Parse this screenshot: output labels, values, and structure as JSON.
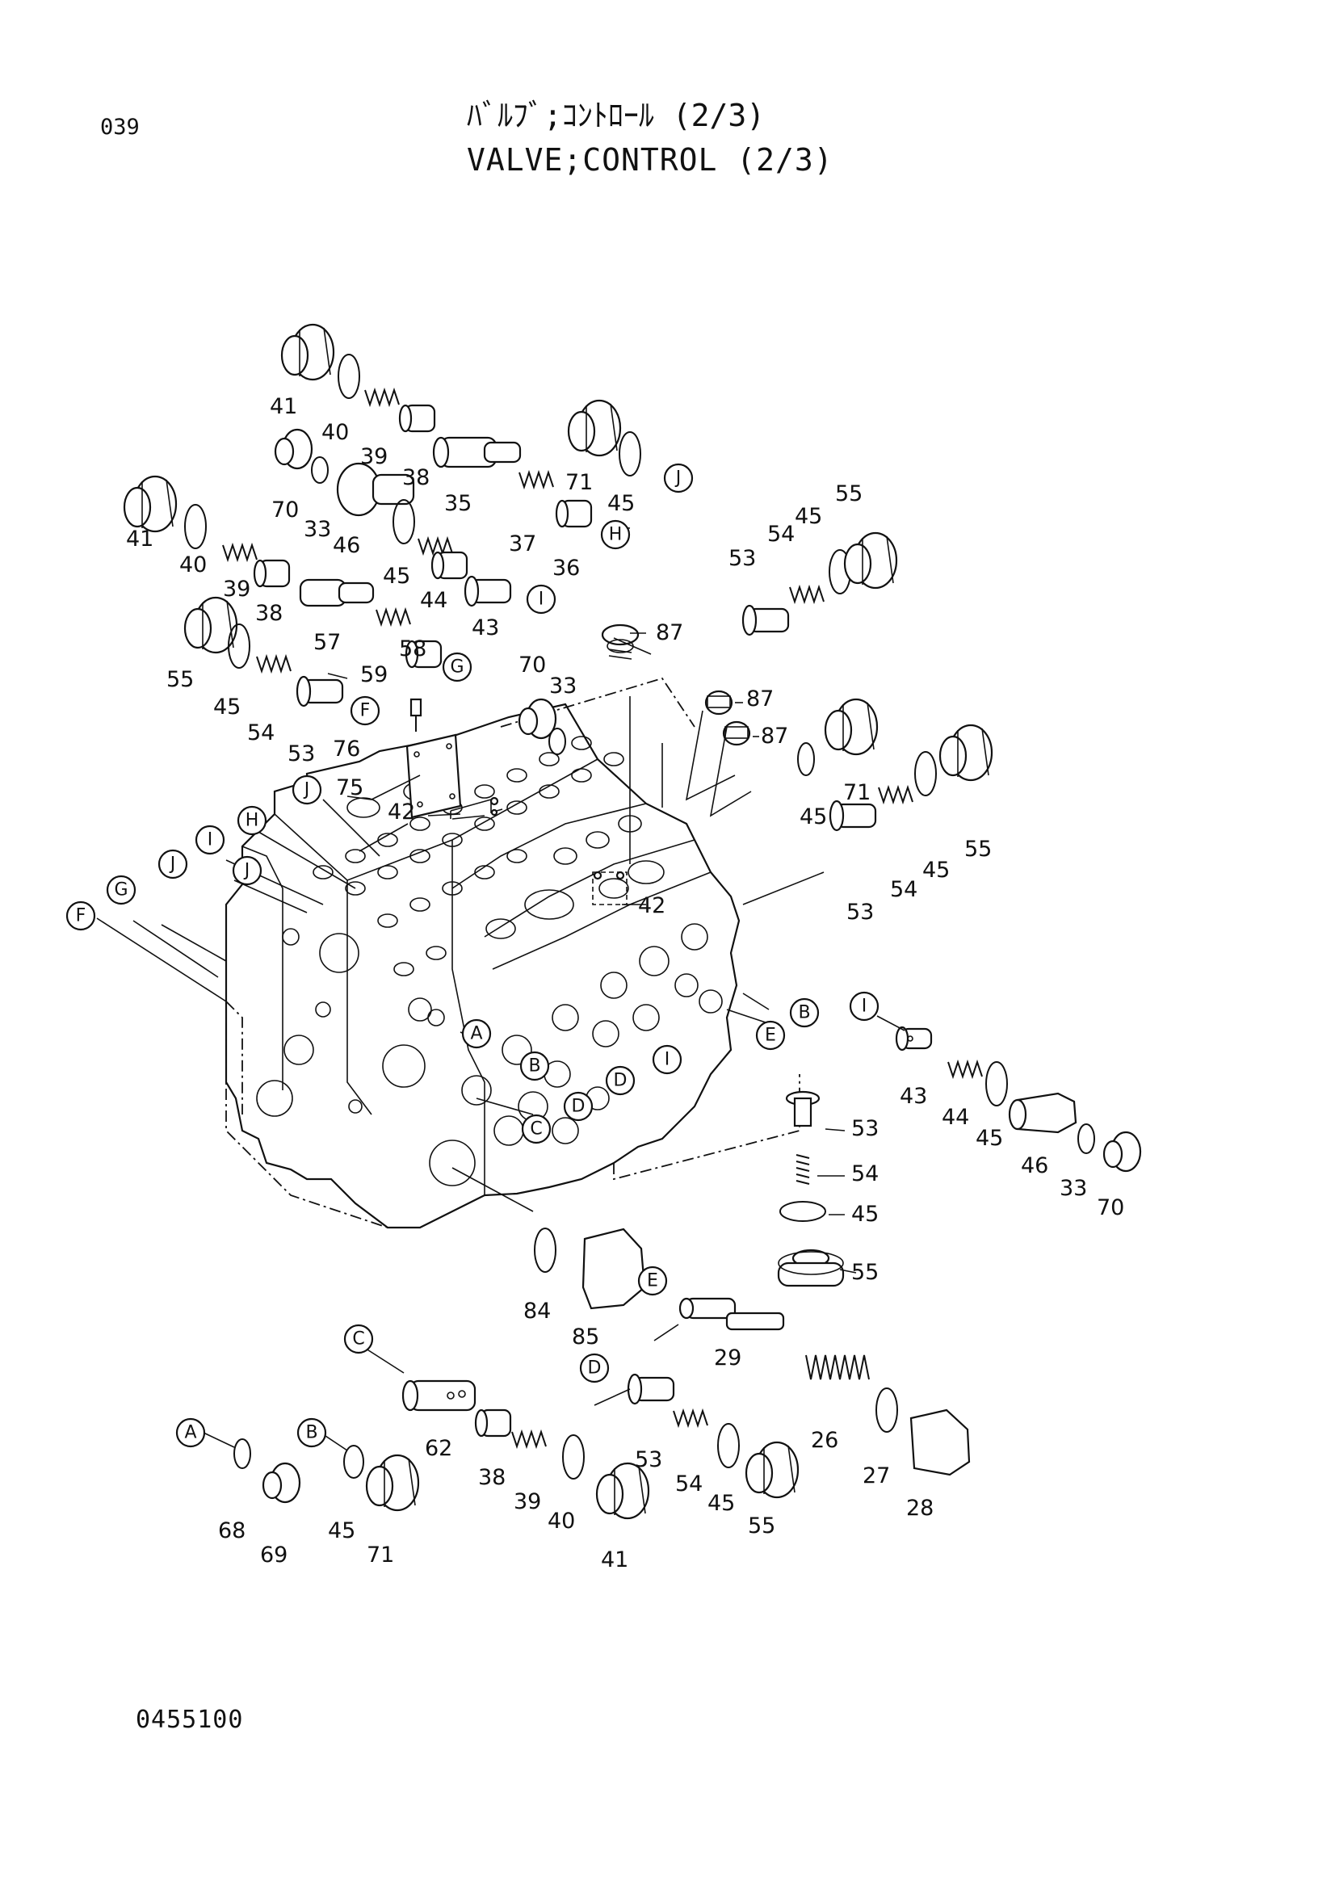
{
  "header": {
    "page_number": "039",
    "title_jp": "ﾊﾞﾙﾌﾞ;ｺﾝﾄﾛｰﾙ (2/3)",
    "title_en": "VALVE;CONTROL (2/3)"
  },
  "footer": {
    "drawing_code": "0455100"
  },
  "callouts": [
    {
      "id": "c1",
      "text": "41"
    },
    {
      "id": "c2",
      "text": "40"
    },
    {
      "id": "c3",
      "text": "39"
    },
    {
      "id": "c4",
      "text": "38"
    },
    {
      "id": "c5",
      "text": "35"
    },
    {
      "id": "c6",
      "text": "71"
    },
    {
      "id": "c7",
      "text": "45"
    },
    {
      "id": "c8",
      "text": "70"
    },
    {
      "id": "c9",
      "text": "33"
    },
    {
      "id": "c10",
      "text": "46"
    },
    {
      "id": "c11",
      "text": "45"
    },
    {
      "id": "c12",
      "text": "37"
    },
    {
      "id": "c13",
      "text": "36"
    },
    {
      "id": "c14",
      "text": "41"
    },
    {
      "id": "c15",
      "text": "40"
    },
    {
      "id": "c16",
      "text": "39"
    },
    {
      "id": "c17",
      "text": "38"
    },
    {
      "id": "c18",
      "text": "44"
    },
    {
      "id": "c19",
      "text": "43"
    },
    {
      "id": "c20",
      "text": "57"
    },
    {
      "id": "c21",
      "text": "59"
    },
    {
      "id": "c22",
      "text": "58"
    },
    {
      "id": "c23",
      "text": "55"
    },
    {
      "id": "c24",
      "text": "45"
    },
    {
      "id": "c25",
      "text": "54"
    },
    {
      "id": "c26",
      "text": "53"
    },
    {
      "id": "c27",
      "text": "76"
    },
    {
      "id": "c28",
      "text": "75"
    },
    {
      "id": "c29",
      "text": "70"
    },
    {
      "id": "c30",
      "text": "33"
    },
    {
      "id": "c31",
      "text": "87"
    },
    {
      "id": "c32",
      "text": "87"
    },
    {
      "id": "c33",
      "text": "87"
    },
    {
      "id": "c34",
      "text": "53"
    },
    {
      "id": "c35",
      "text": "54"
    },
    {
      "id": "c36",
      "text": "45"
    },
    {
      "id": "c37",
      "text": "55"
    },
    {
      "id": "c38",
      "text": "42"
    },
    {
      "id": "c39",
      "text": "42"
    },
    {
      "id": "c40",
      "text": "71"
    },
    {
      "id": "c41",
      "text": "45"
    },
    {
      "id": "c42",
      "text": "54"
    },
    {
      "id": "c43",
      "text": "45"
    },
    {
      "id": "c44",
      "text": "55"
    },
    {
      "id": "c45",
      "text": "53"
    },
    {
      "id": "c46",
      "text": "43"
    },
    {
      "id": "c47",
      "text": "44"
    },
    {
      "id": "c48",
      "text": "45"
    },
    {
      "id": "c49",
      "text": "46"
    },
    {
      "id": "c50",
      "text": "33"
    },
    {
      "id": "c51",
      "text": "70"
    },
    {
      "id": "c52",
      "text": "53"
    },
    {
      "id": "c53",
      "text": "54"
    },
    {
      "id": "c54",
      "text": "45"
    },
    {
      "id": "c55",
      "text": "55"
    },
    {
      "id": "c56",
      "text": "84"
    },
    {
      "id": "c57",
      "text": "85"
    },
    {
      "id": "c58",
      "text": "29"
    },
    {
      "id": "c59",
      "text": "26"
    },
    {
      "id": "c60",
      "text": "27"
    },
    {
      "id": "c61",
      "text": "28"
    },
    {
      "id": "c62",
      "text": "62"
    },
    {
      "id": "c63",
      "text": "38"
    },
    {
      "id": "c64",
      "text": "39"
    },
    {
      "id": "c65",
      "text": "40"
    },
    {
      "id": "c66",
      "text": "53"
    },
    {
      "id": "c67",
      "text": "54"
    },
    {
      "id": "c68",
      "text": "45"
    },
    {
      "id": "c69",
      "text": "55"
    },
    {
      "id": "c70",
      "text": "41"
    },
    {
      "id": "c71",
      "text": "68"
    },
    {
      "id": "c72",
      "text": "69"
    },
    {
      "id": "c73",
      "text": "45"
    },
    {
      "id": "c74",
      "text": "71"
    }
  ],
  "reference_letters": [
    {
      "id": "r1",
      "text": "J"
    },
    {
      "id": "r2",
      "text": "H"
    },
    {
      "id": "r3",
      "text": "I"
    },
    {
      "id": "r4",
      "text": "G"
    },
    {
      "id": "r5",
      "text": "F"
    },
    {
      "id": "r6",
      "text": "J"
    },
    {
      "id": "r7",
      "text": "H"
    },
    {
      "id": "r8",
      "text": "I"
    },
    {
      "id": "r9",
      "text": "J"
    },
    {
      "id": "r10",
      "text": "J"
    },
    {
      "id": "r11",
      "text": "G"
    },
    {
      "id": "r12",
      "text": "F"
    },
    {
      "id": "r13",
      "text": "A"
    },
    {
      "id": "r14",
      "text": "B"
    },
    {
      "id": "r15",
      "text": "E"
    },
    {
      "id": "r16",
      "text": "B"
    },
    {
      "id": "r17",
      "text": "D"
    },
    {
      "id": "r18",
      "text": "I"
    },
    {
      "id": "r19",
      "text": "D"
    },
    {
      "id": "r20",
      "text": "C"
    },
    {
      "id": "r21",
      "text": "I"
    },
    {
      "id": "r22",
      "text": "E"
    },
    {
      "id": "r23",
      "text": "C"
    },
    {
      "id": "r24",
      "text": "D"
    },
    {
      "id": "r25",
      "text": "A"
    },
    {
      "id": "r26",
      "text": "B"
    }
  ]
}
